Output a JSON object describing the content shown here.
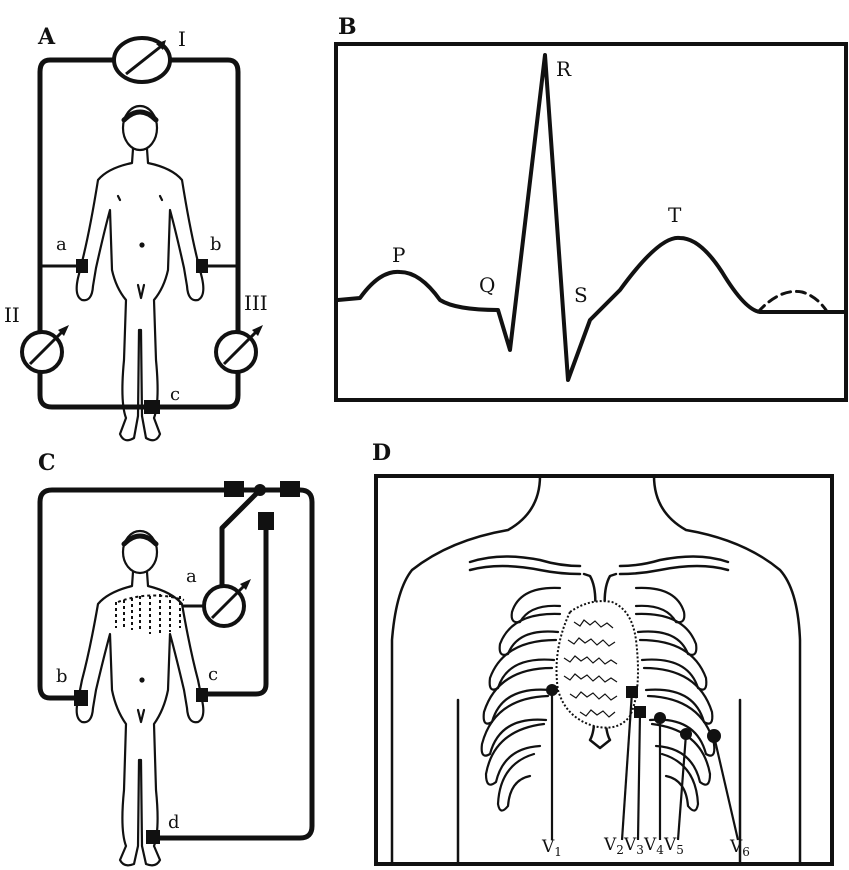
{
  "panels": {
    "a": {
      "label": "A",
      "leads": [
        "I",
        "II",
        "III"
      ],
      "nodes": [
        "a",
        "b",
        "c"
      ]
    },
    "b": {
      "label": "B",
      "waves": [
        "P",
        "Q",
        "R",
        "S",
        "T"
      ]
    },
    "c": {
      "label": "C",
      "nodes": [
        "a",
        "b",
        "c",
        "d"
      ]
    },
    "d": {
      "label": "D",
      "leads": [
        "V",
        "1",
        "V",
        "2",
        "V",
        "3",
        "V",
        "4",
        "V",
        "5",
        "V",
        "6"
      ]
    }
  }
}
